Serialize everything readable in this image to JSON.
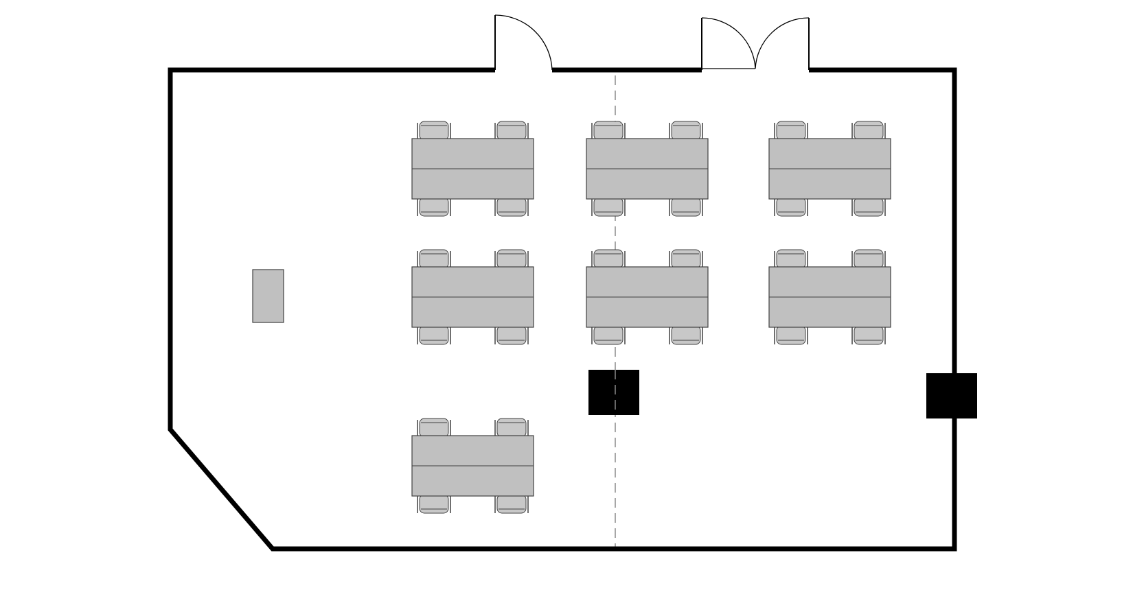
{
  "floor_plan": {
    "title": "",
    "colors": {
      "background": "#ffffff",
      "wall": "#000000",
      "table_fill": "#c0c0c0",
      "chair_fill": "#c8c8c8",
      "outline": "#404040",
      "pillar": "#000000",
      "divider_line": "#8a8a8a",
      "door_line": "#000000"
    },
    "doors": [
      {
        "name": "door-single",
        "type": "single-swing"
      },
      {
        "name": "door-double",
        "type": "double-swing"
      }
    ],
    "table_groups": [
      {
        "name": "table-row1-col1",
        "chairs_per_side": 2
      },
      {
        "name": "table-row1-col2",
        "chairs_per_side": 2
      },
      {
        "name": "table-row1-col3",
        "chairs_per_side": 2
      },
      {
        "name": "table-row2-col1",
        "chairs_per_side": 2
      },
      {
        "name": "table-row2-col2",
        "chairs_per_side": 2
      },
      {
        "name": "table-row2-col3",
        "chairs_per_side": 2
      },
      {
        "name": "table-row3-col1",
        "chairs_per_side": 2
      }
    ],
    "lectern": {
      "name": "presenter-lectern"
    },
    "pillars": [
      {
        "name": "pillar-center"
      },
      {
        "name": "pillar-east-wall"
      }
    ],
    "divider": {
      "name": "room-divider-dashed",
      "style": "dashed"
    }
  }
}
